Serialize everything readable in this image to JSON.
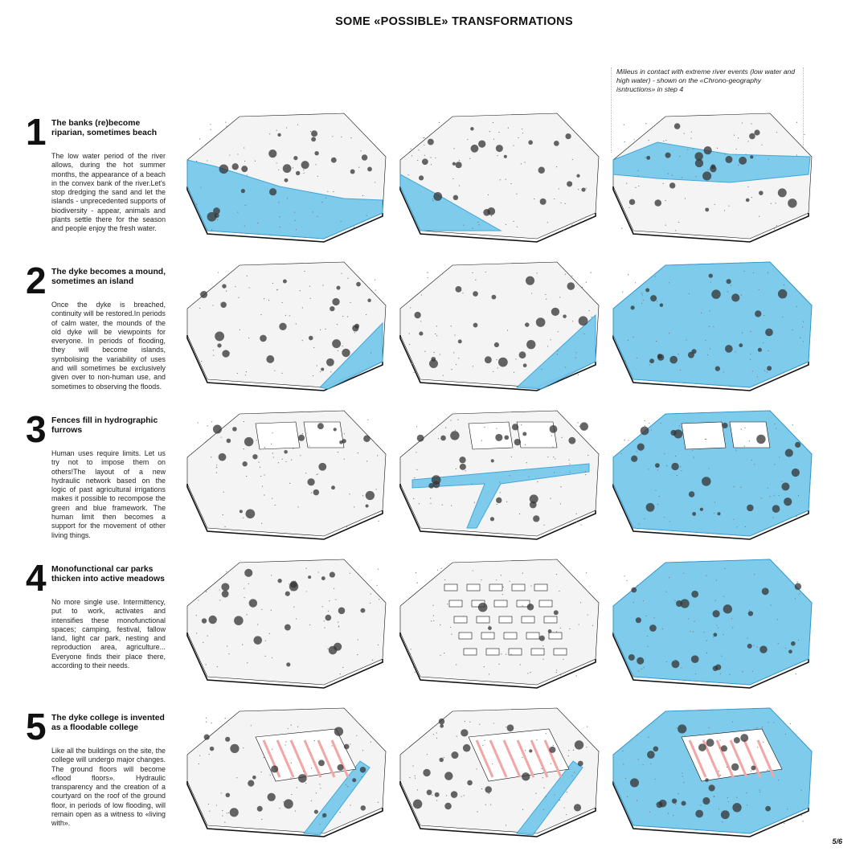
{
  "page_title": "SOME «POSSIBLE» TRANSFORMATIONS",
  "note": "Milieus in contact with extreme river events (low water and high water) - shown on the «Chrono-geography isntructions» in step 4",
  "page_number": "5/6",
  "colors": {
    "water": "#73c7ec",
    "water_edge": "#2f9fd8",
    "building": "#f2a6a6",
    "ground": "#f4f4f4",
    "ink": "#111111"
  },
  "rows": [
    {
      "number": "1",
      "title": "The banks (re)become riparian, sometimes beach",
      "body": "The low water period of the river allows, during the hot summer months, the appearance of a beach in the convex bank of the river.Let's stop dredging the sand and let the islands - unprecedented supports of biodiversity - appear, animals and plants settle there for the season and people enjoy the fresh water."
    },
    {
      "number": "2",
      "title": "The dyke becomes a mound, sometimes an island",
      "body": "Once the dyke is breached, continuity will be restored.In periods of calm water, the mounds of the old dyke will be viewpoints for everyone. In periods of flooding, they will become islands, symbolising the variability of uses and will sometimes be exclusively given over to non-human use, and sometimes to observing the floods."
    },
    {
      "number": "3",
      "title": "Fences fill in hydrographic furrows",
      "body": "Human uses require limits.  Let us try not to impose them on others!The layout of a new hydraulic network based on the logic of past agricultural irrigations makes it possible to recompose the green and blue framework.  The human limit then becomes a support for the movement of other living things."
    },
    {
      "number": "4",
      "title": "Monofunctional car parks thicken into active meadows",
      "body": "No more single use. Intermittency, put to work, activates and intensifies these monofunctional spaces; camping, festival, fallow land, light car park, nesting and reproduction area, agriculture... Everyone finds their place there, according to their needs."
    },
    {
      "number": "5",
      "title": "The dyke college is invented as a floodable college",
      "body": "Like all the buildings on the site, the college will undergo major changes. The ground floors will become «flood floors». Hydraulic transparency and the creation of a courtyard on the roof of the ground floor, in periods of low flooding, will remain open as a witness to «living with»."
    }
  ]
}
